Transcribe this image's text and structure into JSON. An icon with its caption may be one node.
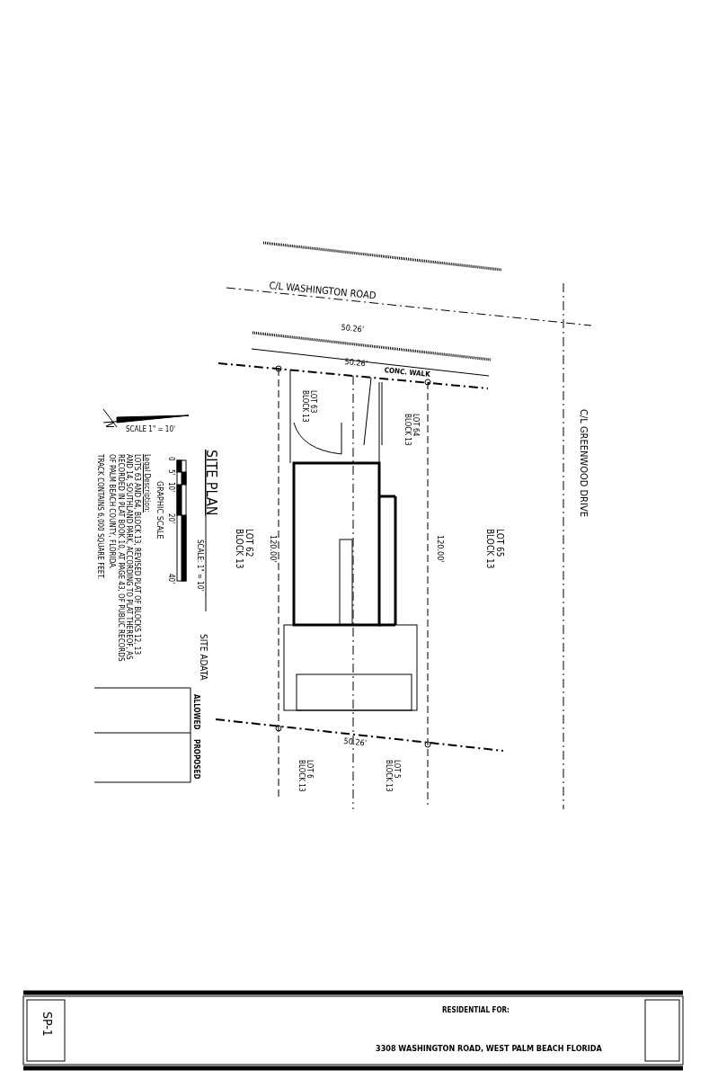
{
  "diagram": {
    "title": "SITE PLAN",
    "labels": [
      "C/L WASHINGTON ROAD",
      "50.26'",
      "50.26'",
      "CONC. WALK",
      "C/L GREENWOOD DRIVE",
      "LOT 63 BLOCK 13",
      "LOT 64 BLOCK 13",
      "LOT 62 BLOCK 13",
      "120.00'",
      "120.00'",
      "LOT 65 BLOCK 13",
      "50.26'",
      "LOT 6 BLOCK 13",
      "LOT 5 BLOCK 13",
      "N",
      "SCALE 1\" = 10'",
      "SCALE: 1\" = 10'",
      "GRAPHIC SCALE",
      "0",
      "5'",
      "10'",
      "20'",
      "40'",
      "Legal Description:",
      "LOTS 63 AND 64, BLOCK 13, REVISED PLAT OF BLOCKS 12, 13 AND 14, SOUTHLAND PARK, ACCORDING TO PLAT THEREOF, AS RECORDED IN PLAT BOOK 10, AT PAGE 43, OF PUBLIC RECORDS OF PALM BEACH COUNTY, FLORIDA.",
      "TRACK CONTAINS 6,000 SQUARE FEET.",
      "SITE ADATA",
      "ALLOWED",
      "PROPOSED",
      "SP-1",
      "RESIDENTIAL FOR:",
      "3308 WASHINGTON ROAD, WEST PALM BEACH FLORIDA"
    ]
  }
}
